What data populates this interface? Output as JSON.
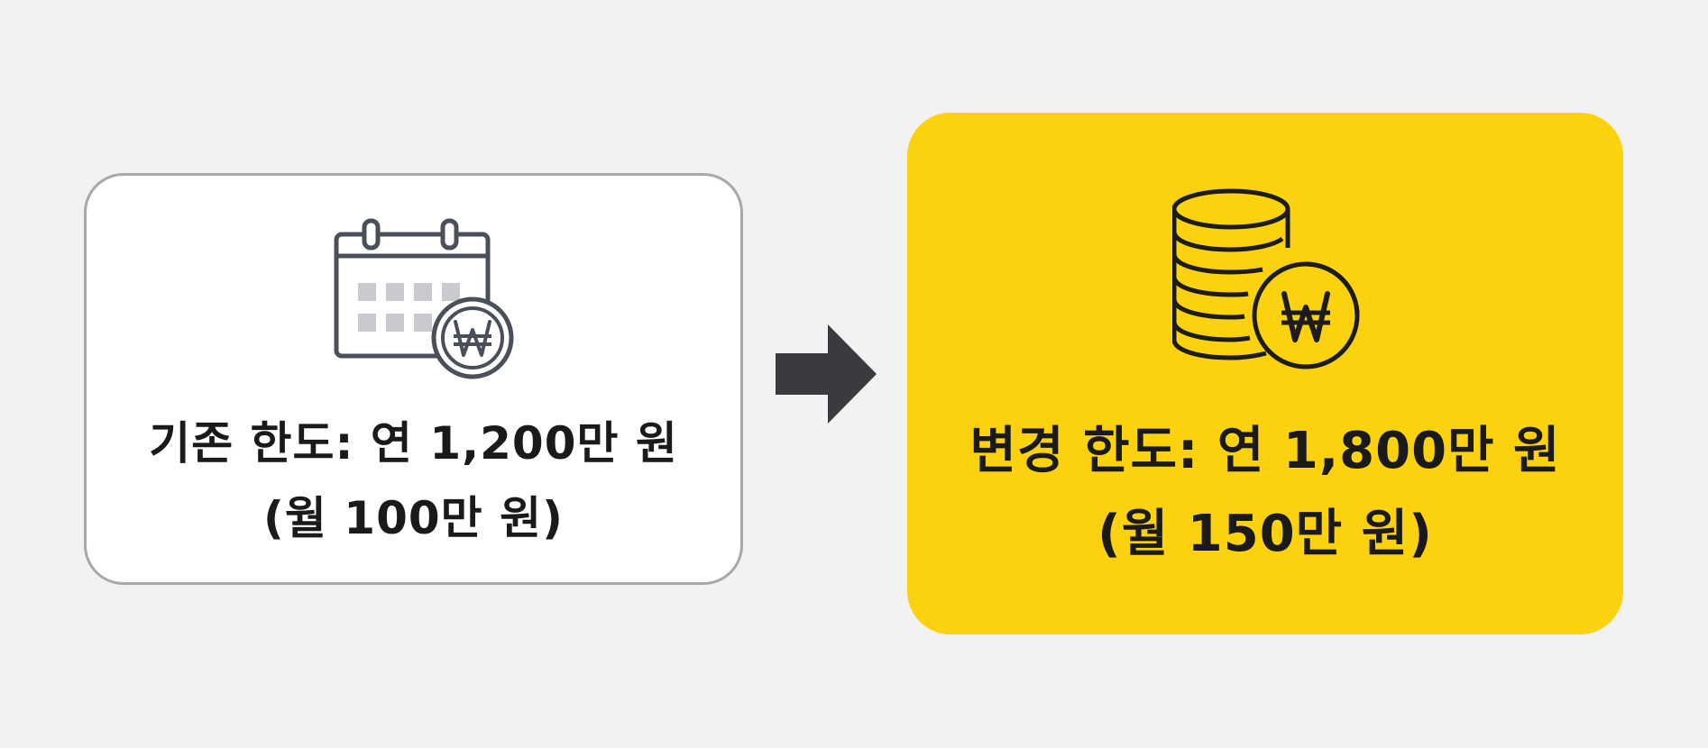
{
  "before": {
    "icon": "calendar-won-icon",
    "line1": "기존 한도: 연 1,200만 원",
    "line2": "(월 100만 원)"
  },
  "arrow": {
    "icon": "arrow-right-icon"
  },
  "after": {
    "icon": "coins-won-icon",
    "line1": "변경 한도: 연 1,800만 원",
    "line2": "(월 150만 원)"
  },
  "colors": {
    "background": "#f2f2f2",
    "before_card": "#ffffff",
    "before_border": "#a8a8a8",
    "after_card": "#fcd20f",
    "icon_gray": "#4a4f5a",
    "icon_dark": "#1c1c1c",
    "arrow": "#3a3b3f",
    "text": "#1a1a1a"
  }
}
